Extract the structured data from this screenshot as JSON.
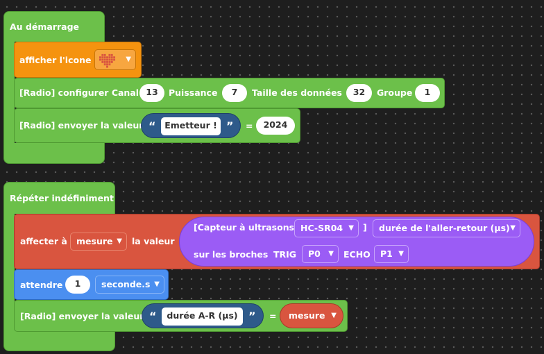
{
  "on_start": {
    "hat_label": "Au démarrage",
    "show_icon": {
      "label": "afficher l'icone",
      "icon": "heart-icon",
      "icon_color": "#d9553f"
    },
    "radio_config": {
      "label": "[Radio] configurer Canal",
      "channel": "13",
      "power_label": "Puissance",
      "power": "7",
      "size_label": "Taille des données",
      "size": "32",
      "group_label": "Groupe",
      "group": "1"
    },
    "radio_send": {
      "label": "[Radio] envoyer la valeur",
      "open_quote": "“",
      "string": "Emetteur !",
      "close_quote": "”",
      "equals": "=",
      "value": "2024"
    }
  },
  "forever": {
    "hat_label": "Répéter indéfiniment",
    "set_var": {
      "label": "affecter à",
      "variable": "mesure",
      "value_label": "la valeur",
      "sensor_label": "[Capteur à ultrasons",
      "sensor_model": "HC-SR04",
      "bracket": "]",
      "measure": "durée de l'aller-retour (µs)",
      "pins_label": "sur les broches",
      "trig_label": "TRIG",
      "trig_pin": "P0",
      "echo_label": "ECHO",
      "echo_pin": "P1"
    },
    "wait": {
      "label": "attendre",
      "amount": "1",
      "unit": "seconde.s"
    },
    "radio_send": {
      "label": "[Radio] envoyer la valeur",
      "open_quote": "“",
      "string": "durée A-R (µs)",
      "close_quote": "”",
      "equals": "=",
      "variable": "mesure"
    }
  },
  "colors": {
    "control": "#6cc04a",
    "display": "#f5930f",
    "variables": "#d9553f",
    "time": "#4b8ff0",
    "sensor": "#9b5cf5",
    "text": "#2e5a8a"
  }
}
